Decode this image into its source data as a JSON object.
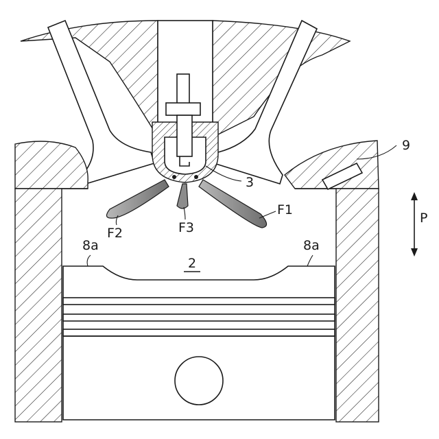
{
  "labels": {
    "part_9": "9",
    "part_3": "3",
    "direction": "P",
    "spray_f1": "F1",
    "spray_f2": "F2",
    "spray_f3": "F3",
    "piston": "2",
    "cavity_left": "8a",
    "cavity_right": "8a"
  },
  "colors": {
    "line": "#1a1a1a",
    "spray": "#8c8c8c",
    "background": "#ffffff"
  }
}
